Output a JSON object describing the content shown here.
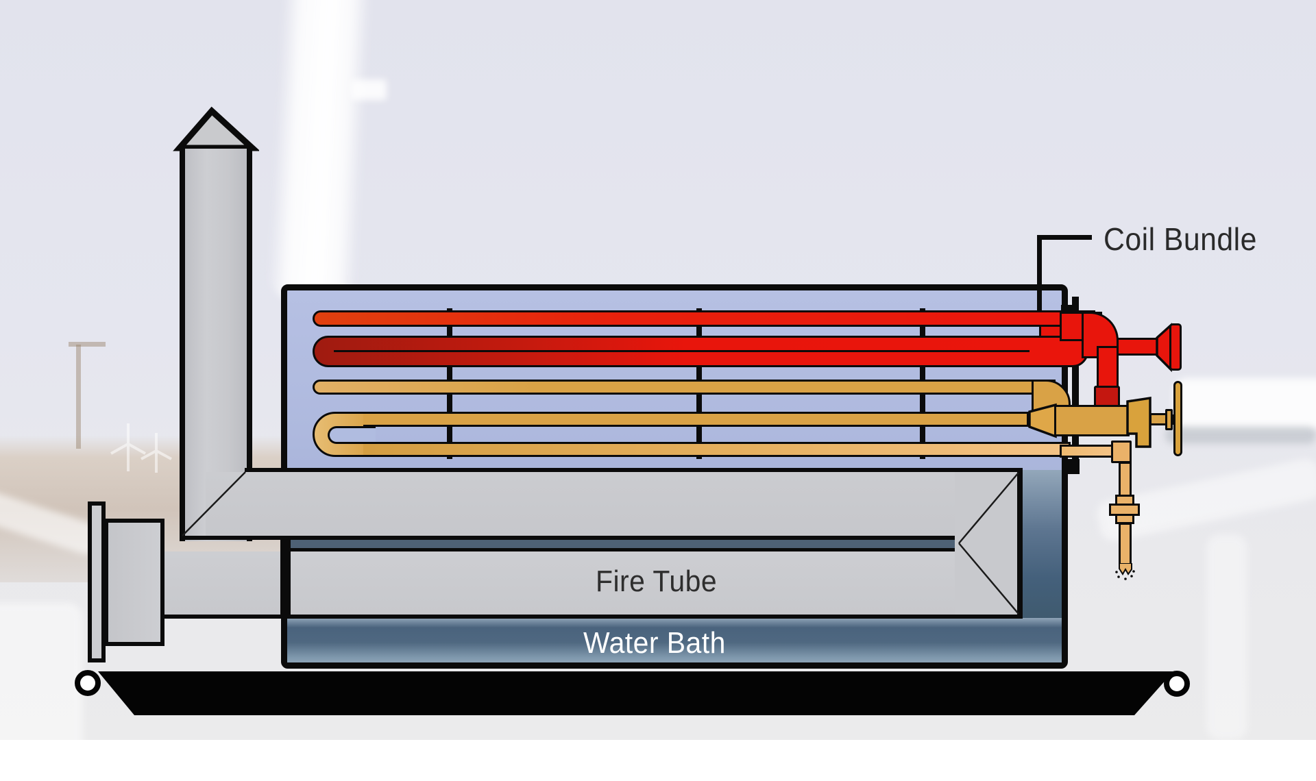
{
  "labels": {
    "coil_bundle": "Coil Bundle",
    "fire_tube": "Fire Tube",
    "water_bath": "Water Bath"
  },
  "colors": {
    "coil_hot_red": "#e8150c",
    "coil_hot_dark_red": "#9f1b10",
    "coil_warm_gold": "#d9a246",
    "coil_inlet_tan": "#f4c386",
    "vessel_interior_blue": "#b0bce0",
    "water_bath_blue": "#4a637d",
    "fire_tube_slot": "#4e6175",
    "steel_gray": "#c8c9cd",
    "outline_black": "#0b0b0b",
    "label_dark": "#2b2b2b",
    "label_light": "#ffffff"
  }
}
